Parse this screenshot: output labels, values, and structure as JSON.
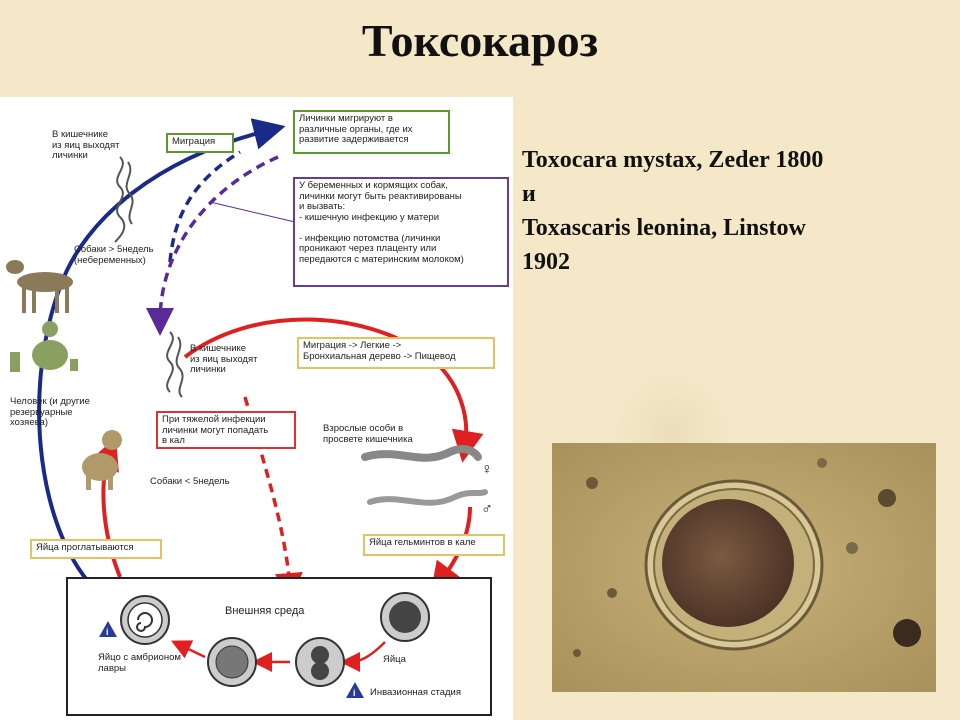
{
  "title": "Токсокароз",
  "species": {
    "line1": "Toxocara mystax, Zeder 1800",
    "line2": "и",
    "line3": "Toxascaris leonina, Linstow",
    "line4": "1902"
  },
  "diagram": {
    "labels": {
      "top_larvae": "В кишечнике\nиз яиц выходят\nличинки",
      "migration": "Миграция",
      "larvae_migrate": "Личинки мигрируют в\nразличные органы, где их\nразвитие задерживается",
      "pregnant": "У беременных и кормящих собак,\nличинки могут быть реактивированы\nи вызвать:\n  - кишечную инфекцию у матери\n\n  - инфекцию потомства (личинки\n    проникают через плаценту или\n    передаются с материнским молоком)",
      "dogs_over5": "Собаки > 5недель\n(небеременных)",
      "human": "Человек (и другие\nрезервуарные\nхозяева)",
      "mid_larvae": "В кишечнике\nиз яиц выходят\nличинки",
      "migration_lungs": "Миграция -> Легкие ->\nБронхиальная дерево -> Пищевод",
      "heavy_infection": "При тяжелой инфекции\nличинки могут попадать\nв кал",
      "adults": "Взрослые особи в\nпросвете кишечника",
      "female": "♀",
      "male": "♂",
      "dogs_under5": "Собаки < 5недель",
      "eggs_swallowed": "Яйца проглатываются",
      "eggs_in_feces": "Яйца гельминтов в кале",
      "external": "Внешняя среда",
      "embryo_egg": "Яйцо с амбрионом\nлавры",
      "eggs": "Яйца",
      "invasive_stage": "Инвазионная стадия",
      "info_glyph": "i"
    }
  },
  "colors": {
    "background": "#f4e8c8",
    "arrow_blue": "#1a2a8a",
    "arrow_red": "#e02020",
    "arrow_purple": "#5a2a9a"
  }
}
